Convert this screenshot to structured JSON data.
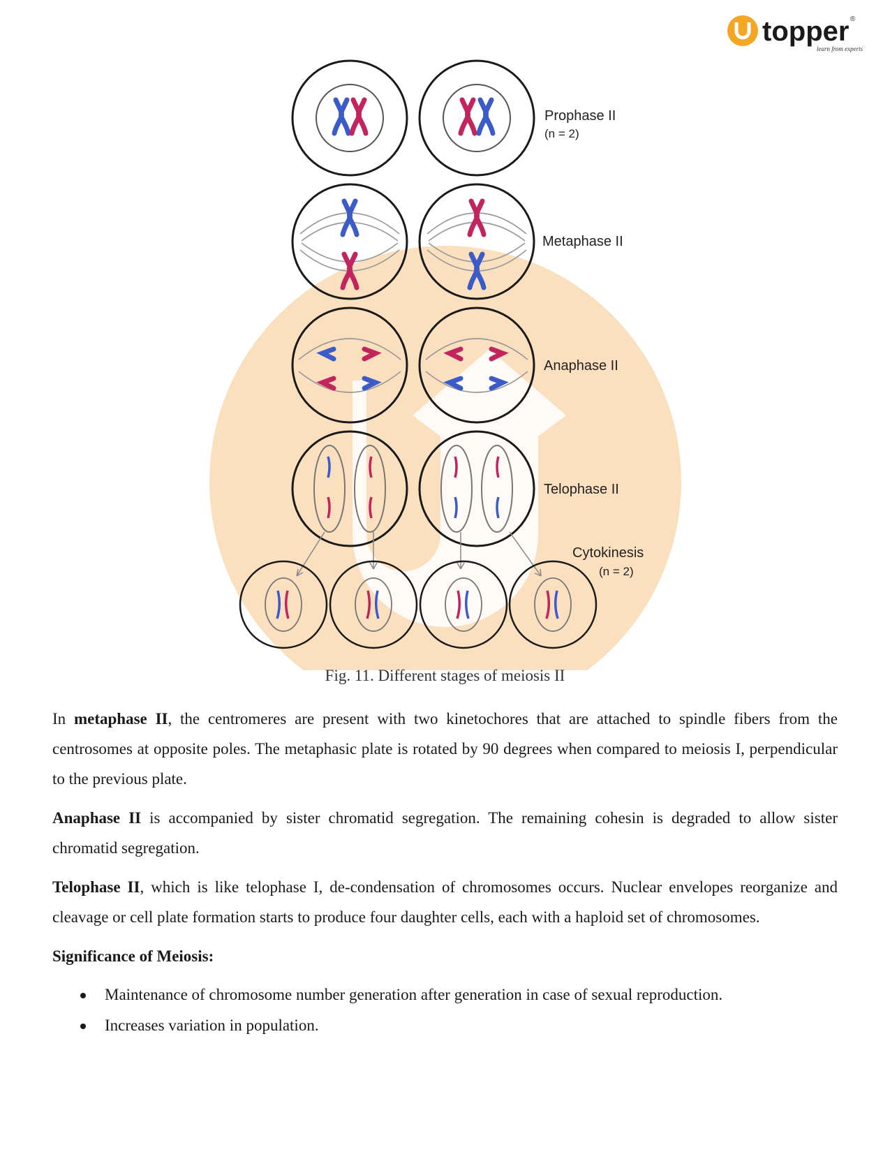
{
  "brand": {
    "name": "topper",
    "tagline": "learn from experts",
    "orange": "#F5A623"
  },
  "figure": {
    "stages": [
      {
        "label": "Prophase II",
        "sub": "(n = 2)"
      },
      {
        "label": "Metaphase II",
        "sub": ""
      },
      {
        "label": "Anaphase II",
        "sub": ""
      },
      {
        "label": "Telophase II",
        "sub": ""
      },
      {
        "label": "Cytokinesis",
        "sub": "(n = 2)"
      }
    ],
    "caption": "Fig. 11. Different stages of meiosis II",
    "colors": {
      "blue": "#3B5BC9",
      "magenta": "#C2245E",
      "spindle": "#9a9a9a"
    }
  },
  "paragraphs": {
    "metaphase_term": "metaphase II",
    "metaphase_pre": "In ",
    "metaphase_text": ", the centromeres are present with two kinetochores that are attached to spindle fibers from the centrosomes at opposite poles. The metaphasic plate is rotated by 90 degrees when compared to meiosis I, perpendicular to the previous plate.",
    "anaphase_term": "Anaphase II",
    "anaphase_text": " is accompanied by sister chromatid segregation. The remaining cohesin is degraded to allow sister chromatid segregation.",
    "telophase_term": "Telophase II",
    "telophase_text": ", which is like telophase I, de-condensation of chromosomes occurs. Nuclear envelopes reorganize and cleavage or cell plate formation starts to produce four daughter cells, each with a haploid set of chromosomes."
  },
  "significance": {
    "heading": "Significance of Meiosis:",
    "items": [
      "Maintenance of chromosome number generation after generation in case of sexual reproduction.",
      "Increases variation in population."
    ]
  }
}
